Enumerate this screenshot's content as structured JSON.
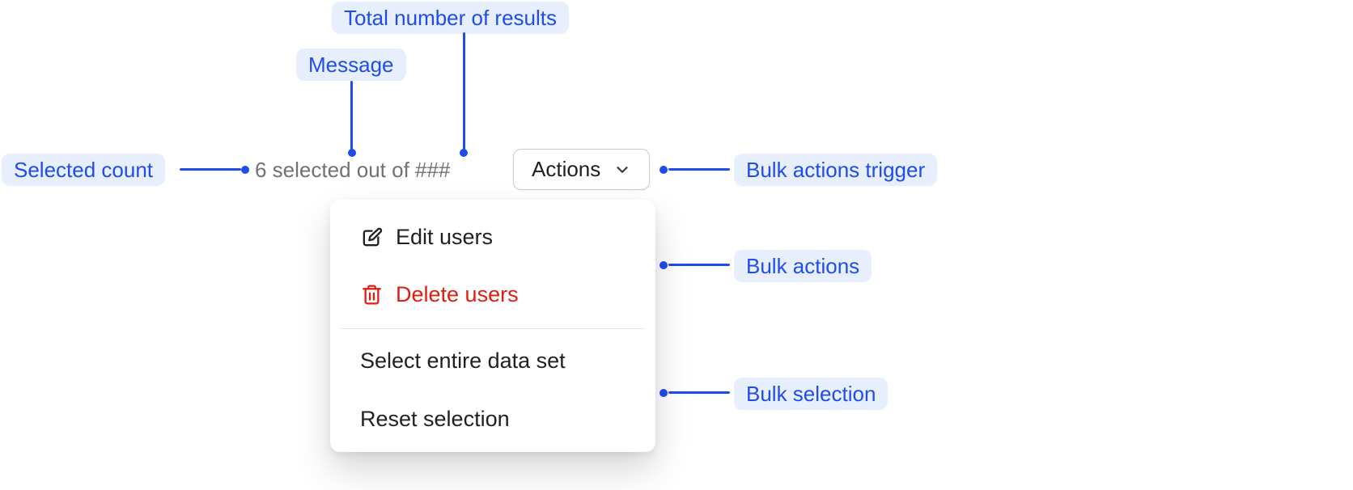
{
  "colors": {
    "annotation_text": "#1f4ceb",
    "annotation_bg": "#e8effc",
    "connector": "#1f4ceb",
    "destructive": "#e11d0e",
    "message_text": "#6f7175",
    "menu_text": "#1e2124"
  },
  "annotations": {
    "total_results": {
      "label": "Total number of results"
    },
    "message": {
      "label": "Message"
    },
    "selected_count": {
      "label": "Selected count"
    },
    "bulk_actions_trigger": {
      "label": "Bulk actions trigger"
    },
    "bulk_actions": {
      "label": "Bulk actions"
    },
    "bulk_selection": {
      "label": "Bulk selection"
    }
  },
  "component": {
    "message_text": "6 selected out of ###",
    "actions_button_label": "Actions",
    "menu": {
      "items": [
        {
          "label": "Edit users",
          "icon": "edit-icon",
          "destructive": false
        },
        {
          "label": "Delete users",
          "icon": "trash-icon",
          "destructive": true
        }
      ],
      "selection_items": [
        {
          "label": "Select entire data set"
        },
        {
          "label": "Reset selection"
        }
      ]
    }
  }
}
